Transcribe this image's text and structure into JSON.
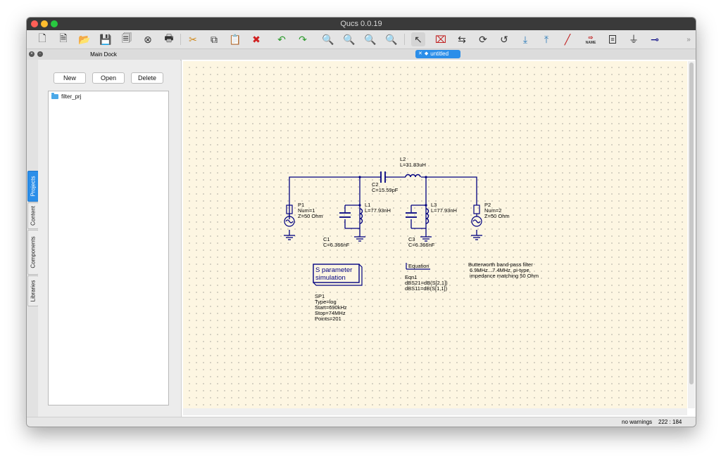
{
  "window": {
    "title": "Qucs 0.0.19"
  },
  "toolbar": {
    "icons": [
      "new-file",
      "new-text",
      "open",
      "save",
      "save-all",
      "close",
      "print",
      "cut",
      "copy",
      "paste",
      "delete",
      "undo",
      "redo",
      "zoom-fit",
      "zoom-in",
      "zoom-out",
      "zoom-selection",
      "select",
      "insert-component",
      "mirror",
      "rotate",
      "rotate-ccw",
      "move-down",
      "move-up",
      "wire",
      "name-label",
      "equation",
      "ground",
      "port"
    ],
    "name_label": "NAME",
    "more": "»"
  },
  "dock": {
    "title": "Main Dock",
    "tabs": [
      "Projects",
      "Content",
      "Components",
      "Libraries"
    ],
    "active_tab": "Projects",
    "buttons": {
      "new": "New",
      "open": "Open",
      "delete": "Delete"
    },
    "projects": [
      "filter_prj"
    ]
  },
  "document": {
    "tab_label": "untitled"
  },
  "schematic": {
    "components": {
      "L2": {
        "name": "L2",
        "value": "L=31.83uH"
      },
      "C2": {
        "name": "C2",
        "value": "C=15.59pF"
      },
      "L1": {
        "name": "L1",
        "value": "L=77.93nH"
      },
      "L3": {
        "name": "L3",
        "value": "L=77.93nH"
      },
      "C1": {
        "name": "C1",
        "value": "C=6.366nF"
      },
      "C3": {
        "name": "C3",
        "value": "C=6.366nF"
      },
      "P1": {
        "name": "P1",
        "num": "Num=1",
        "z": "Z=50 Ohm"
      },
      "P2": {
        "name": "P2",
        "num": "Num=2",
        "z": "Z=50 Ohm"
      }
    },
    "sim": {
      "box_line1": "S parameter",
      "box_line2": "simulation",
      "name": "SP1",
      "type": "Type=log",
      "start": "Start=690kHz",
      "stop": "Stop=74MHz",
      "points": "Points=201"
    },
    "equation": {
      "label": "Equation",
      "name": "Eqn1",
      "line1": "dBS21=dB(S[2,1])",
      "line2": "dBS11=dB(S[1,1])"
    },
    "description": {
      "line1": "Butterworth band-pass filter",
      "line2": "6.9MHz...7.4MHz, pi-type,",
      "line3": "impedance matching 50 Ohm"
    }
  },
  "status": {
    "warnings": "no warnings",
    "coords": "222 : 184"
  },
  "colors": {
    "wire": "#000080",
    "component": "#000080",
    "canvas": "#fdf6e2",
    "accent": "#2b8ee9"
  }
}
